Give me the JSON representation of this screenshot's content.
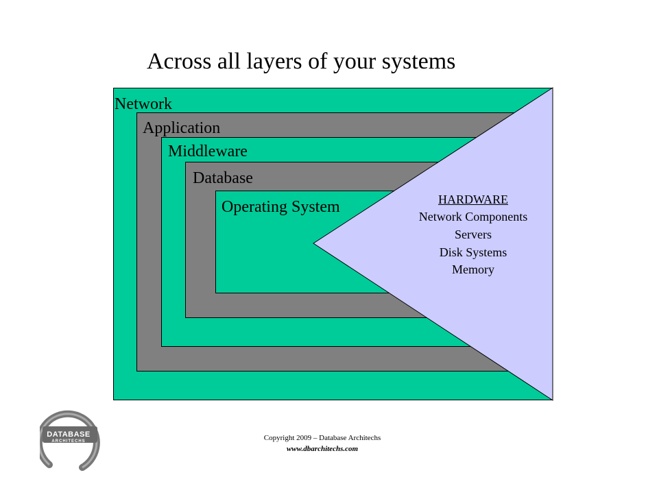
{
  "slide": {
    "title": "Across all layers of your systems"
  },
  "layers": [
    {
      "label": "Network",
      "color": "#00CC99"
    },
    {
      "label": "Application",
      "color": "#808080"
    },
    {
      "label": "Middleware",
      "color": "#00CC99"
    },
    {
      "label": "Database",
      "color": "#808080"
    },
    {
      "label": "Operating System",
      "color": "#00CC99"
    }
  ],
  "hardware": {
    "title": "HARDWARE",
    "items": [
      "Network Components",
      "Servers",
      "Disk Systems",
      "Memory"
    ],
    "color": "#CCCCFF"
  },
  "logo": {
    "line1": "DATABASE",
    "line2": "ARCHITECHS"
  },
  "footer": {
    "copyright": "Copyright 2009 – Database Architechs",
    "website": "www.dbarchitechs.com"
  }
}
